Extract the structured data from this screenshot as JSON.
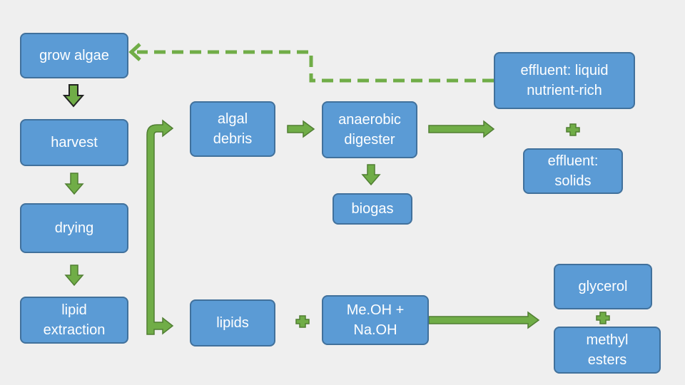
{
  "nodes": {
    "grow_algae": "grow algae",
    "harvest": "harvest",
    "drying": "drying",
    "lipid_extraction": "lipid\nextraction",
    "algal_debris": "algal\ndebris",
    "lipids": "lipids",
    "anaerobic_digester": "anaerobic\ndigester",
    "meoh_naoh": "Me.OH +\nNa.OH",
    "biogas": "biogas",
    "effluent_liquid": "effluent: liquid\nnutrient-rich",
    "effluent_solids": "effluent:\nsolids",
    "glycerol": "glycerol",
    "methyl_esters": "methyl\nesters"
  },
  "colors": {
    "box_fill": "#5b9bd5",
    "box_border": "#41719c",
    "arrow_fill": "#70ad47",
    "arrow_stroke": "#507e32",
    "feedback_dash": "#70ad47",
    "background": "#efefef"
  }
}
